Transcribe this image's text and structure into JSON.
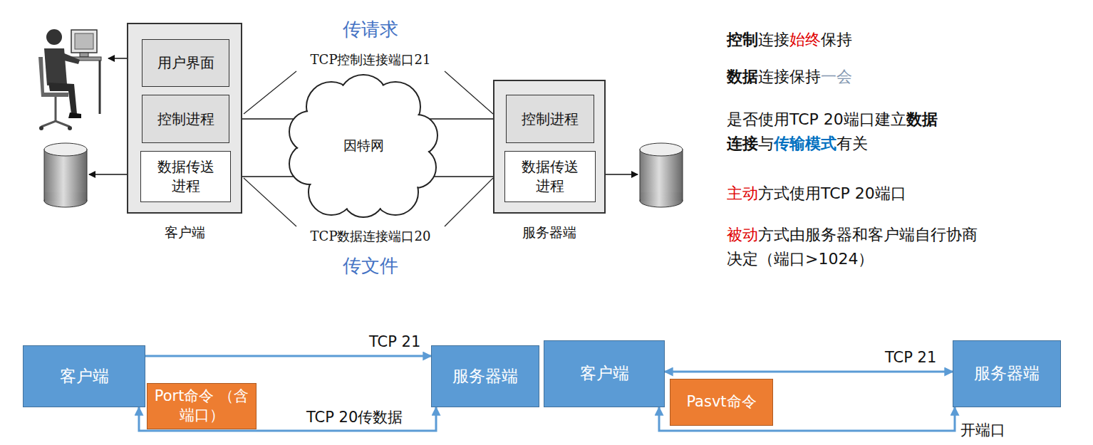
{
  "diagram": {
    "nodes": [
      {
        "text": [
          "客户端"
        ]
      },
      {
        "text": [
          "用户界面"
        ],
        "in": 0
      },
      {
        "text": [
          "控制进程"
        ],
        "in": 0
      },
      {
        "text": [
          "数据传送进程"
        ],
        "in": 0
      },
      {
        "text": [
          "因特网"
        ]
      },
      {
        "text": [
          "服务器端"
        ]
      },
      {
        "text": [
          "控制进程"
        ],
        "in": 5
      },
      {
        "text": [
          "数据传送进程"
        ],
        "in": 5
      },
      {
        "text": [
          "客户端"
        ]
      },
      {
        "text": [
          "服务器端"
        ]
      },
      {
        "text": [
          "Port命令 （含端口）"
        ]
      },
      {
        "text": [
          "客户端"
        ]
      },
      {
        "text": [
          "服务器端"
        ]
      },
      {
        "text": [
          "Pasvt命令"
        ]
      }
    ],
    "edges": [
      {
        "from": 2,
        "to": 6,
        "arrow": "both",
        "label": "TCP控制连接端口21"
      },
      {
        "from": 3,
        "to": 7,
        "arrow": "both",
        "label": "TCP数据连接端口20"
      },
      {
        "from": 8,
        "to": 9,
        "arrow": "to",
        "label": "TCP 21"
      },
      {
        "from": 8,
        "to": 9,
        "arrow": "both",
        "label": "TCP 20传数据"
      },
      {
        "from": 11,
        "to": 12,
        "arrow": "both",
        "label": "TCP 21"
      },
      {
        "from": 11,
        "to": 12,
        "arrow": "both",
        "label": "开端口"
      }
    ],
    "labels": [
      "传请求",
      "传文件",
      "控制",
      "连接",
      "始终",
      "保持",
      "数据",
      "连接保持",
      "一会",
      "是否使用TCP 20端口建立",
      "数据",
      "连接",
      "与",
      "传输模式",
      "有关",
      "主动",
      "方式使用TCP 20端口",
      "被动",
      "方式由服务器和客户端自行协商",
      "决定（端口>1024）"
    ]
  }
}
